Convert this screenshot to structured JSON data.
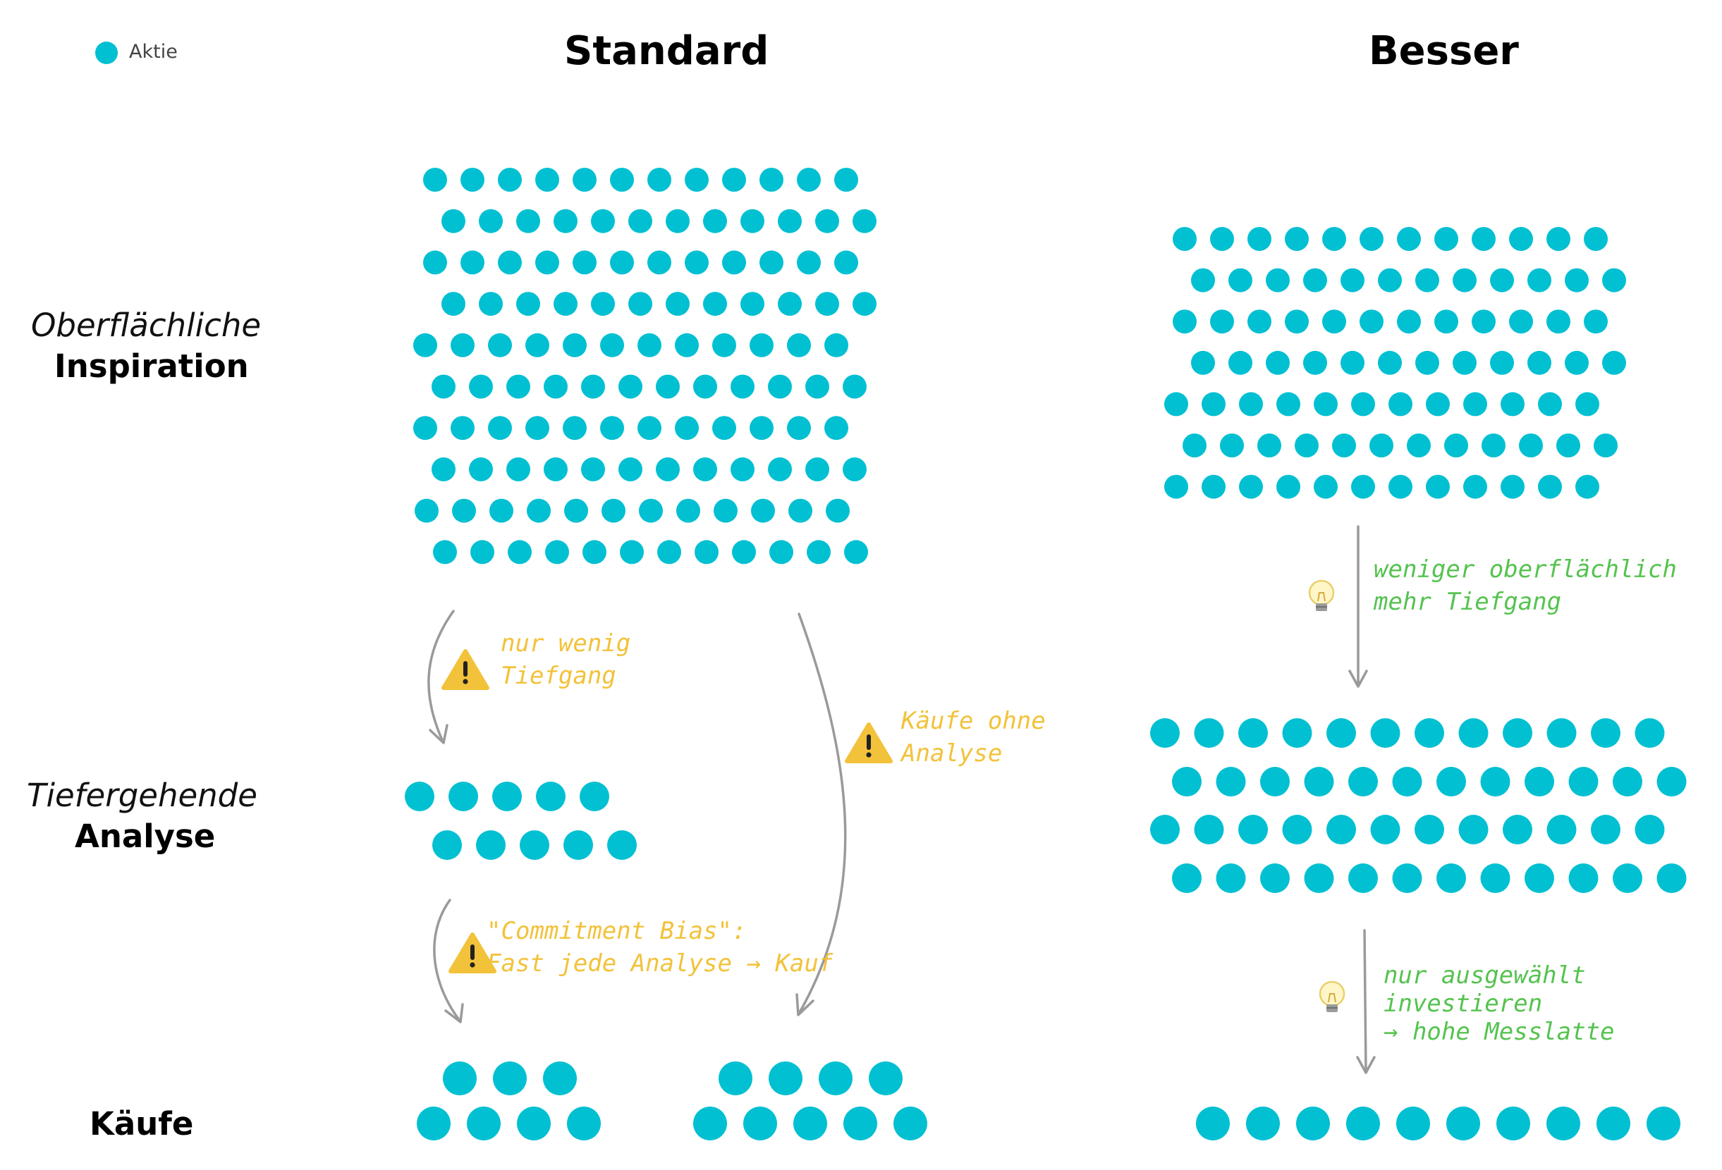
{
  "legend": {
    "label": "Aktie",
    "color": "#00c0d2"
  },
  "columns": {
    "standard": "Standard",
    "besser": "Besser"
  },
  "rows": {
    "inspiration": {
      "line1": "Oberflächliche",
      "line2": "Inspiration"
    },
    "analyse": {
      "line1": "Tiefergehende",
      "line2": "Analyse"
    },
    "kaeufe": {
      "line1": "Käufe"
    }
  },
  "annotations": {
    "warn_tiefgang": [
      "nur wenig",
      "Tiefgang"
    ],
    "warn_ohne_analyse": [
      "Käufe ohne",
      "Analyse"
    ],
    "warn_commitment": [
      "\"Commitment Bias\":",
      "Fast jede Analyse → Kauf"
    ],
    "tip_tiefgang": [
      "weniger oberflächlich",
      "mehr Tiefgang"
    ],
    "tip_auswahl": [
      "nur ausgewählt",
      "investieren",
      "→ hohe Messlatte"
    ]
  },
  "icons": {
    "warning": "warning-triangle-icon",
    "tip": "lightbulb-icon"
  },
  "colors": {
    "dot": "#00c0d2",
    "arrow": "#9a9a9a",
    "warning": "#f2c23a",
    "tip": "#55c34f"
  },
  "counts": {
    "standard_inspiration": 120,
    "standard_analyse": 10,
    "standard_kaeufe_from_analyse": 7,
    "standard_kaeufe_direct": 9,
    "besser_inspiration": 84,
    "besser_analyse": 48,
    "besser_kaeufe": 10
  }
}
